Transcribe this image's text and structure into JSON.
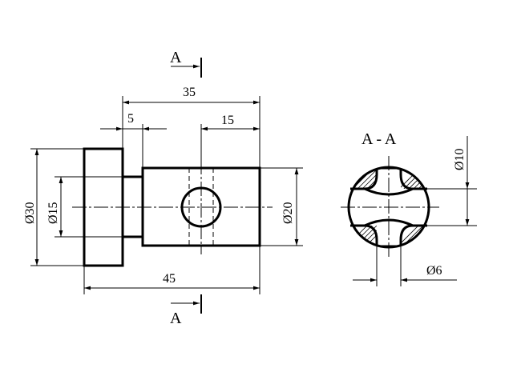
{
  "section_marker": "A",
  "section_view_title": "A - A",
  "dimensions": {
    "total_length": "45",
    "right_part_length": "35",
    "neck_length": "5",
    "hole_offset": "15",
    "flange_diameter": "Ø30",
    "neck_diameter": "Ø15",
    "body_diameter": "Ø20",
    "hole_diameter": "Ø10",
    "slot_width": "Ø6"
  }
}
